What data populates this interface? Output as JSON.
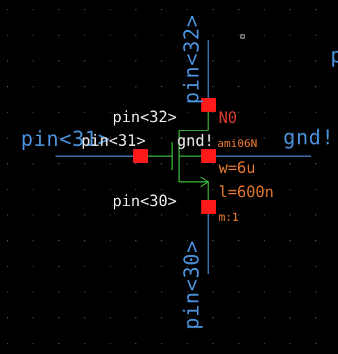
{
  "colors": {
    "background": "#000000",
    "grid_dot": "#5a5a5a",
    "wire": "#4a90d9",
    "device": "#3bbf3b",
    "pin": "#ff1a1a",
    "label_white": "#e8e8e8",
    "label_red": "#d83a2a",
    "label_orange": "#e0752d"
  },
  "wires": {
    "top_net": "pin<32>",
    "left_net": "pin<31>",
    "right_net": "gnd!",
    "bottom_net": "pin<30>",
    "edge_fragment": "p"
  },
  "instance": {
    "drain_term": "pin<32>",
    "gate_term": "pin<31>",
    "bulk_term": "gnd!",
    "source_term": "pin<30>",
    "name": "N0",
    "model": "ami06N",
    "width": "w=6u",
    "length": "l=600n",
    "multiplier": "m:1"
  }
}
